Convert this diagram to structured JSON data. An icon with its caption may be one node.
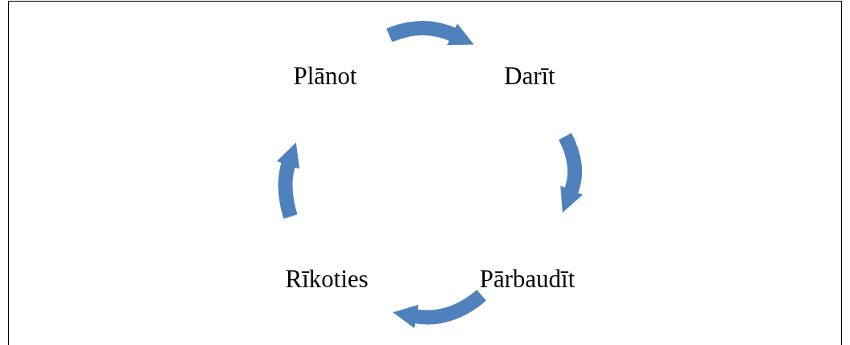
{
  "diagram": {
    "nodes": [
      {
        "text": [
          "Plānot"
        ]
      },
      {
        "text": [
          "Darīt"
        ]
      },
      {
        "text": [
          "Pārbaudīt"
        ]
      },
      {
        "text": [
          "Rīkoties"
        ]
      }
    ],
    "edges": [
      {
        "from": 0,
        "to": 1,
        "arrow": "to"
      },
      {
        "from": 1,
        "to": 2,
        "arrow": "to"
      },
      {
        "from": 2,
        "to": 3,
        "arrow": "to"
      },
      {
        "from": 3,
        "to": 0,
        "arrow": "to"
      }
    ]
  }
}
